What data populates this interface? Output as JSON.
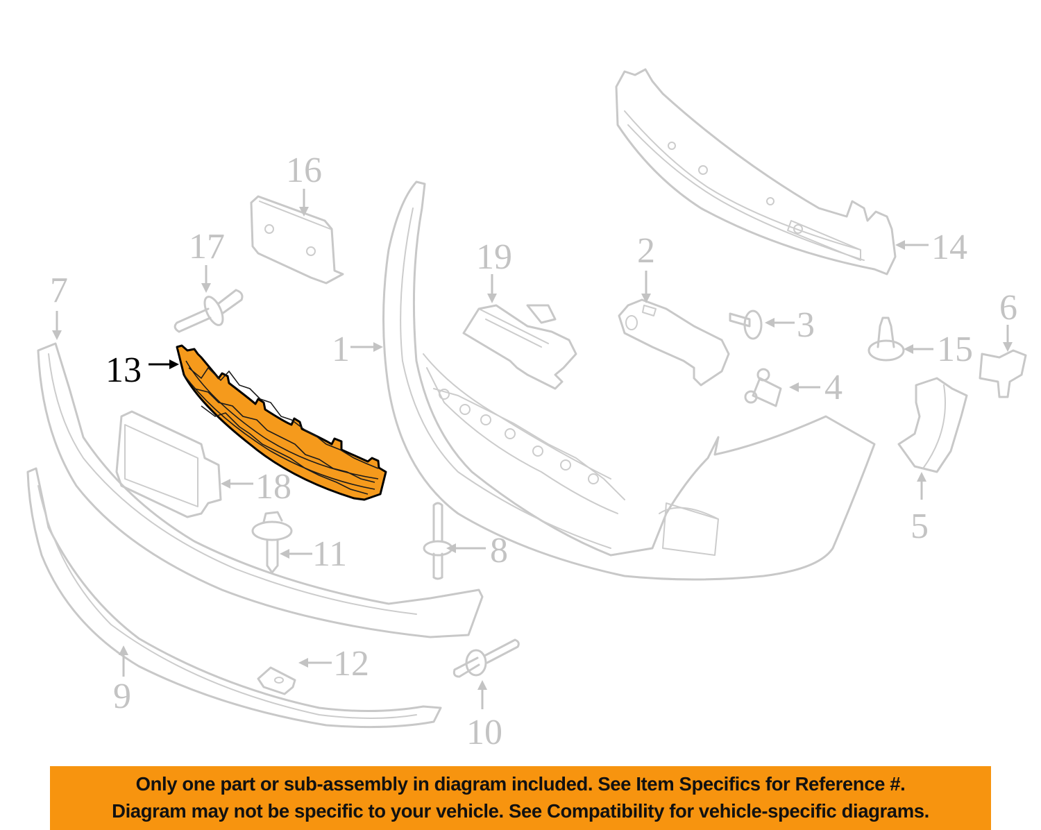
{
  "diagram": {
    "title": "Front bumper assembly exploded parts diagram",
    "highlight_color": "#f59a1c",
    "part_line_color": "#c8c8c8",
    "highlighted_part": "13",
    "callouts": [
      {
        "id": "c1",
        "label": "1"
      },
      {
        "id": "c2",
        "label": "2"
      },
      {
        "id": "c3",
        "label": "3"
      },
      {
        "id": "c4",
        "label": "4"
      },
      {
        "id": "c5",
        "label": "5"
      },
      {
        "id": "c6",
        "label": "6"
      },
      {
        "id": "c7",
        "label": "7"
      },
      {
        "id": "c8",
        "label": "8"
      },
      {
        "id": "c9",
        "label": "9"
      },
      {
        "id": "c10",
        "label": "10"
      },
      {
        "id": "c11",
        "label": "11"
      },
      {
        "id": "c12",
        "label": "12"
      },
      {
        "id": "c13",
        "label": "13"
      },
      {
        "id": "c14",
        "label": "14"
      },
      {
        "id": "c15",
        "label": "15"
      },
      {
        "id": "c16",
        "label": "16"
      },
      {
        "id": "c17",
        "label": "17"
      },
      {
        "id": "c18",
        "label": "18"
      },
      {
        "id": "c19",
        "label": "19"
      }
    ]
  },
  "banner": {
    "background": "#f7940f",
    "line1": "Only one part or sub-assembly in diagram included. See Item Specifics for Reference #.",
    "line2": "Diagram may not be specific to your vehicle. See Compatibility for vehicle-specific diagrams."
  }
}
